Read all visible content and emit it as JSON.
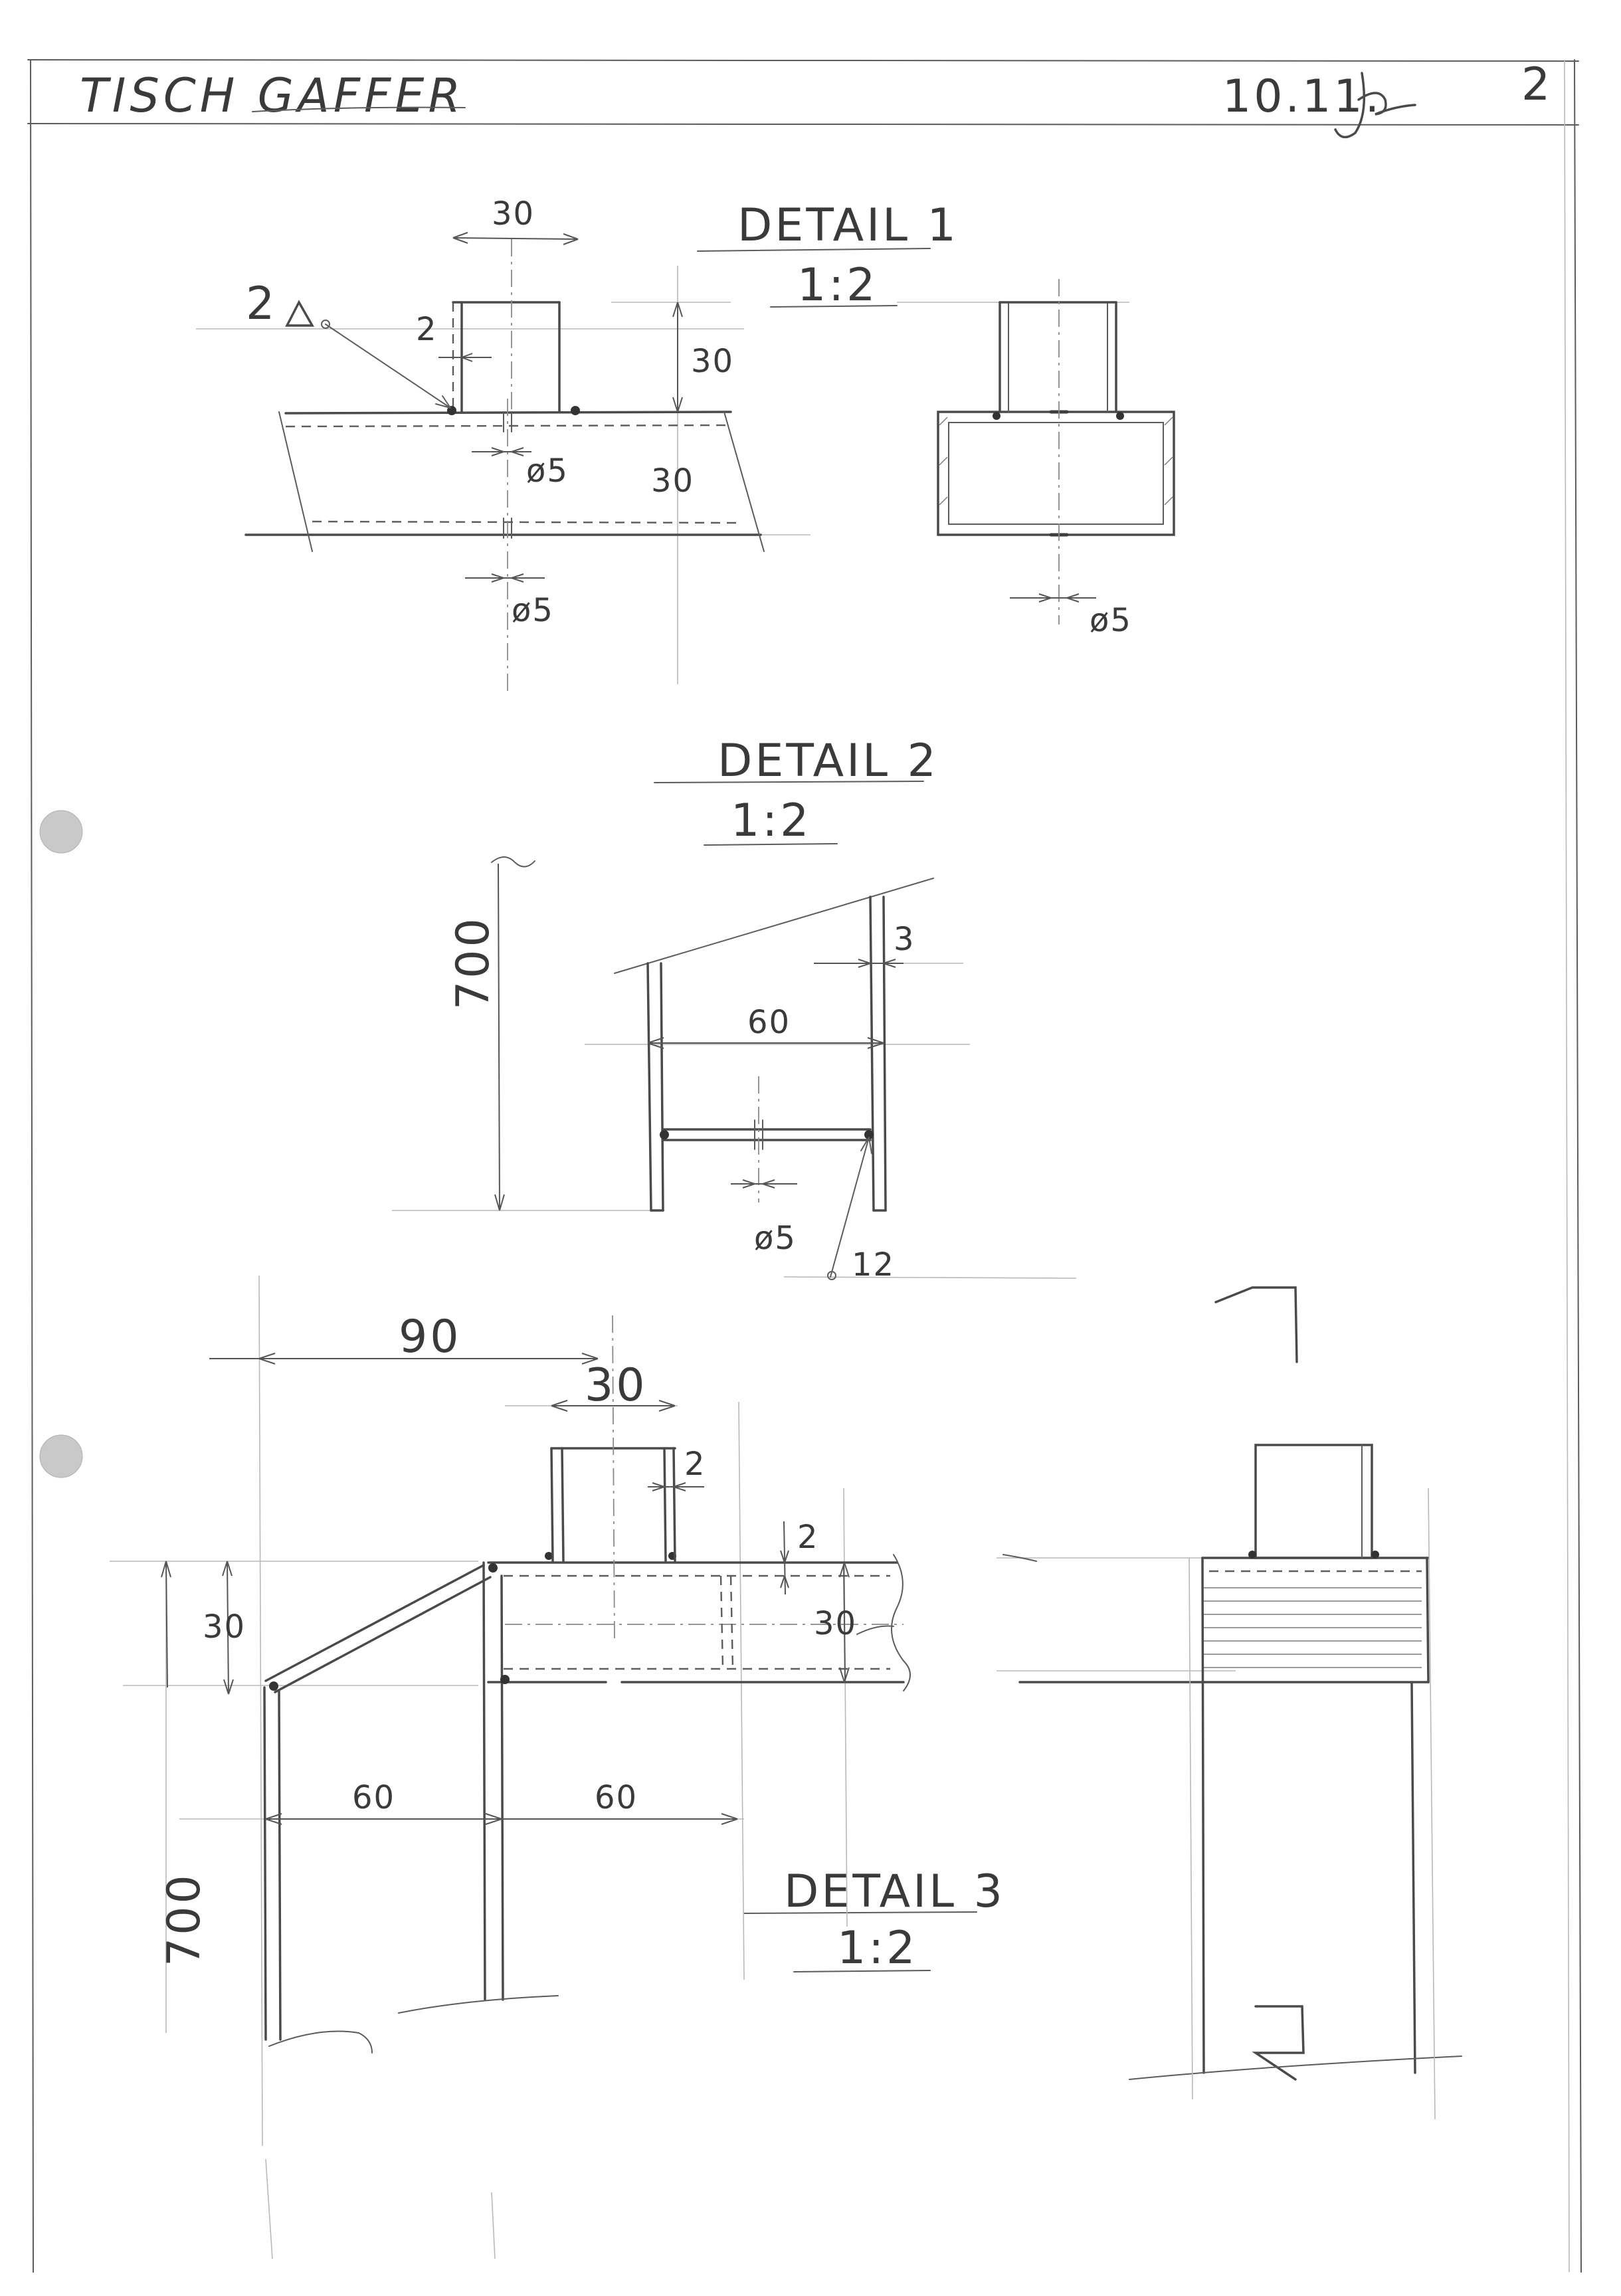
{
  "header": {
    "title": "TISCH GAFFER",
    "date": "10.11.",
    "page_number": "2"
  },
  "detail1": {
    "label": "DETAIL 1",
    "scale": "1:2",
    "dim_width": "30",
    "dim_wall": "2",
    "dim_height_upper": "30",
    "dim_height_lower": "30",
    "dim_hole_top": "ø5",
    "dim_hole_bottom": "ø5",
    "dim_hole_section": "ø5",
    "weld_symbol": "2"
  },
  "detail2": {
    "label": "DETAIL 2",
    "scale": "1:2",
    "dim_height": "700",
    "dim_width": "60",
    "dim_wall": "3",
    "dim_hole": "ø5",
    "weld_symbol": "12"
  },
  "detail3": {
    "label": "DETAIL 3",
    "scale": "1:2",
    "dim_offset": "90",
    "dim_width": "30",
    "dim_wall_vertical": "2",
    "dim_wall_horizontal": "2",
    "dim_height_left": "30",
    "dim_height_right": "30",
    "dim_leg_left": "60",
    "dim_leg_right": "60",
    "dim_total_height": "700"
  },
  "colors": {
    "paper": "#ffffff",
    "pencil": "#4a4a4a",
    "construction": "#b9b9b9",
    "punch_hole": "#c9c9c9"
  }
}
